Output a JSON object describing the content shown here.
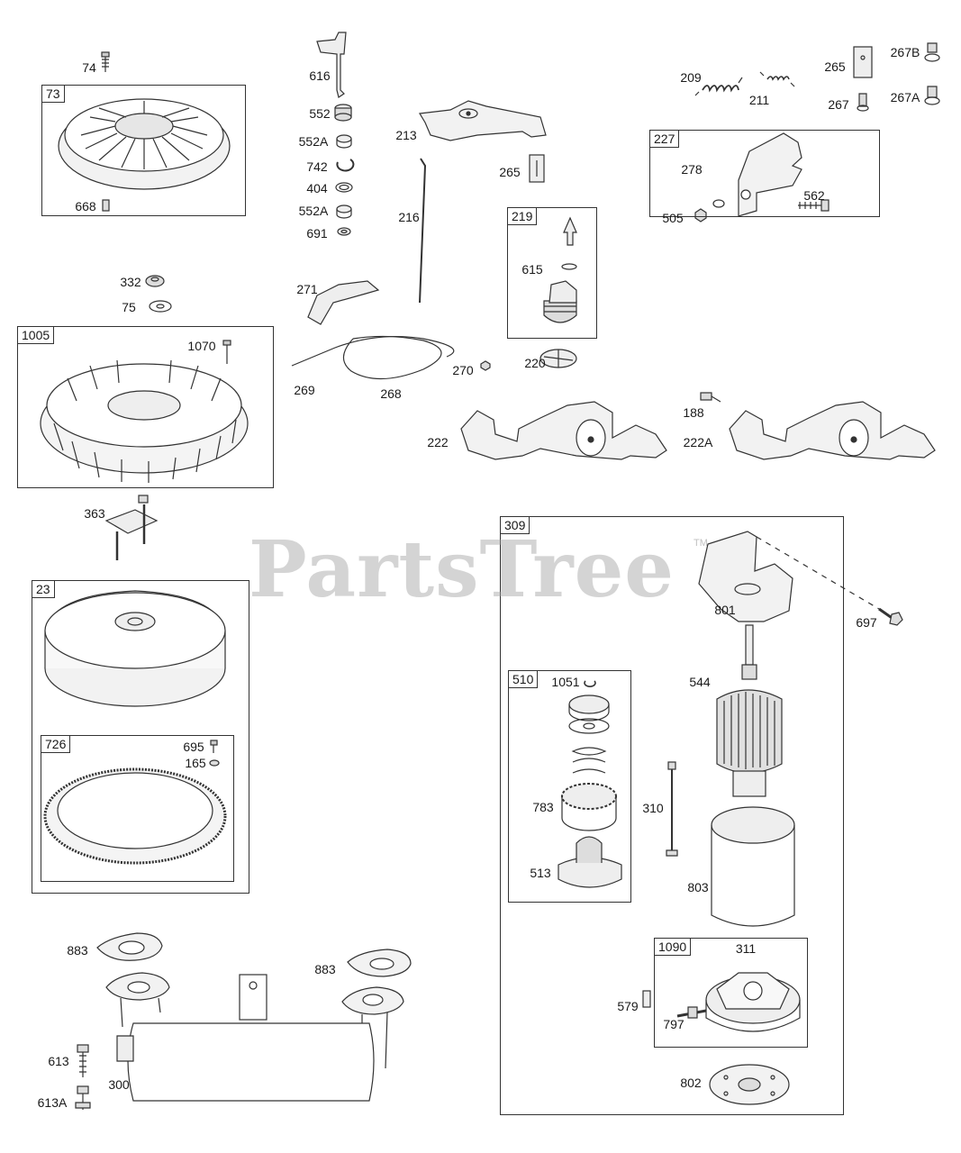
{
  "watermark": "PartsTree",
  "trademark": "TM",
  "boxes": {
    "b73": "73",
    "b1005": "1005",
    "b23": "23",
    "b726": "726",
    "b219": "219",
    "b227": "227",
    "b309": "309",
    "b510": "510",
    "b1090": "1090"
  },
  "labels": {
    "p74": "74",
    "p668": "668",
    "p616": "616",
    "p552": "552",
    "p552A1": "552A",
    "p742": "742",
    "p404": "404",
    "p552A2": "552A",
    "p691": "691",
    "p213": "213",
    "p265a": "265",
    "p216": "216",
    "p615": "615",
    "p209": "209",
    "p211": "211",
    "p265b": "265",
    "p267B": "267B",
    "p267": "267",
    "p267A": "267A",
    "p278": "278",
    "p505": "505",
    "p562": "562",
    "p332": "332",
    "p75": "75",
    "p1070": "1070",
    "p271": "271",
    "p269": "269",
    "p268": "268",
    "p270": "270",
    "p220": "220",
    "p188": "188",
    "p222": "222",
    "p222A": "222A",
    "p363": "363",
    "p801": "801",
    "p697": "697",
    "p1051": "1051",
    "p544": "544",
    "p695": "695",
    "p165": "165",
    "p783": "783",
    "p310": "310",
    "p513": "513",
    "p803": "803",
    "p883a": "883",
    "p883b": "883",
    "p311": "311",
    "p579": "579",
    "p797": "797",
    "p613": "613",
    "p300": "300",
    "p613A": "613A",
    "p802": "802"
  }
}
